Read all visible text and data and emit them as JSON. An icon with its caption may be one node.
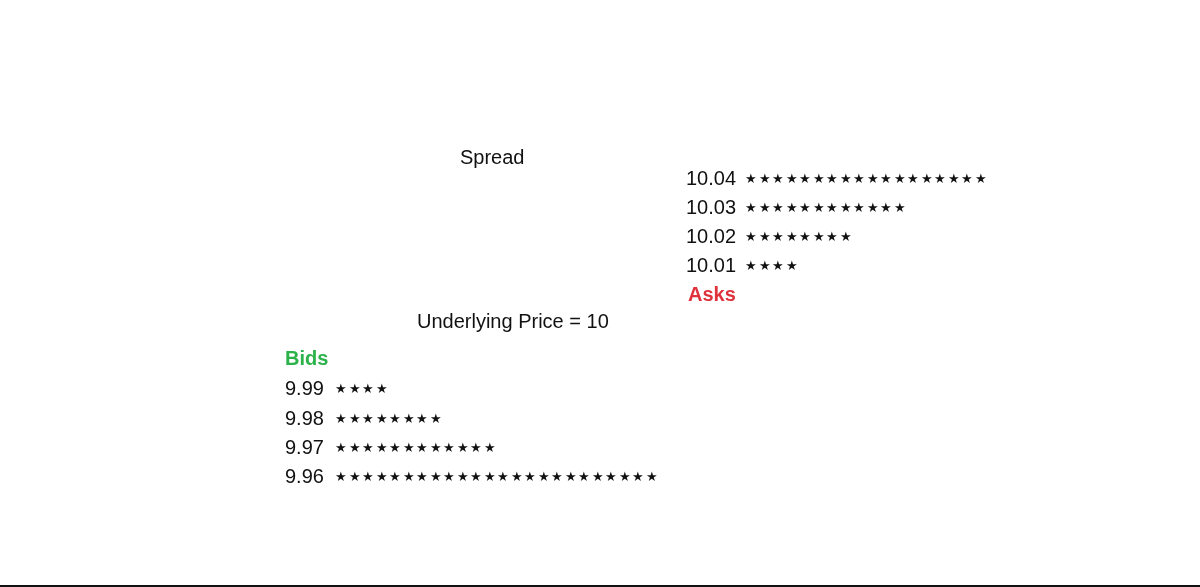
{
  "diagram": {
    "labels": [
      "Spread",
      "10.04",
      "★★★★★★★★★★★★★★★★★★",
      "10.03",
      "★★★★★★★★★★★★",
      "10.02",
      "★★★★★★★★",
      "10.01",
      "★★★★",
      "Asks",
      "Underlying Price = 10",
      "Bids",
      "9.99",
      "★★★★",
      "9.98",
      "★★★★★★★★",
      "9.97",
      "★★★★★★★★★★★★",
      "9.96",
      "★★★★★★★★★★★★★★★★★★★★★★★★"
    ]
  }
}
